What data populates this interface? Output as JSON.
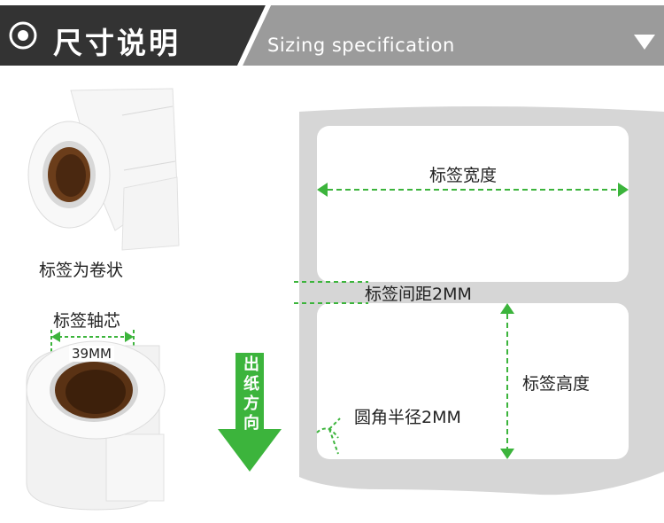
{
  "header": {
    "title_cn": "尺寸说明",
    "title_en": "Sizing specification"
  },
  "left": {
    "roll_caption": "标签为卷状",
    "core_caption": "标签轴芯",
    "core_size": "39MM"
  },
  "feed": {
    "text": "出纸方向"
  },
  "diagram": {
    "width_label": "标签宽度",
    "gap_label": "标签间距2MM",
    "height_label": "标签高度",
    "radius_label": "圆角半径2MM"
  },
  "colors": {
    "header_dark": "#333333",
    "header_gray": "#9a9a9a",
    "accent_green": "#3cb43c",
    "liner_gray": "#d6d6d6"
  }
}
